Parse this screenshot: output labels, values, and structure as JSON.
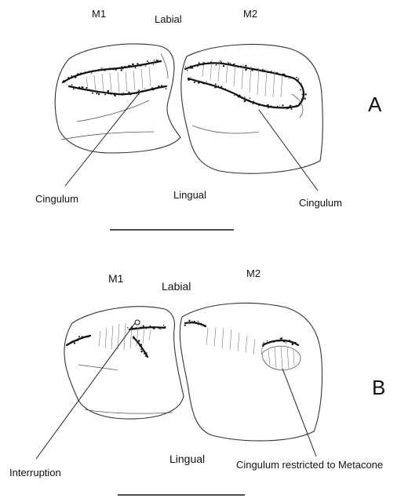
{
  "panels": [
    {
      "letter": "A",
      "tooth_left": "M1",
      "tooth_right": "M2",
      "top_label": "Labial",
      "bottom_label": "Lingual",
      "left_callout": "Cingulum",
      "right_callout": "Cingulum"
    },
    {
      "letter": "B",
      "tooth_left": "M1",
      "tooth_right": "M2",
      "top_label": "Labial",
      "bottom_label": "Lingual",
      "left_callout": "Interruption",
      "right_callout": "Cingulum restricted to Metacone"
    }
  ]
}
